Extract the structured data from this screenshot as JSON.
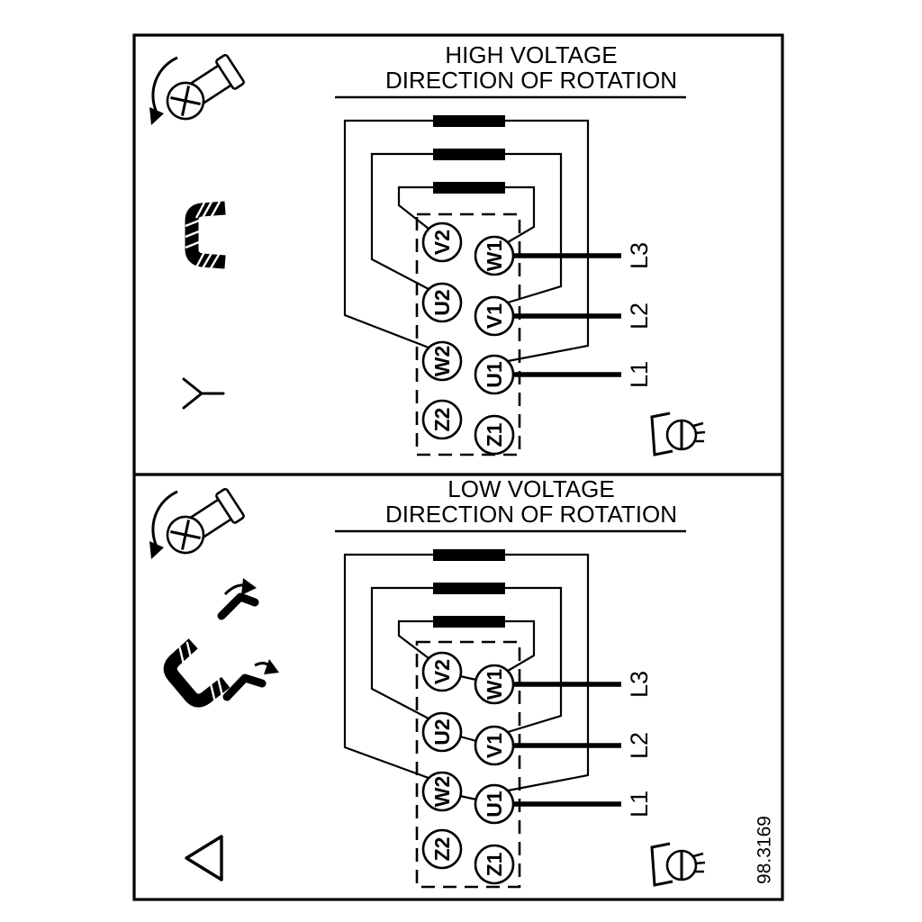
{
  "figure_number": "98.3169",
  "colors": {
    "line": "#000000",
    "background": "#ffffff"
  },
  "panels": [
    {
      "id": "high-voltage",
      "title_line1": "HIGH VOLTAGE",
      "title_line2": "DIRECTION OF ROTATION",
      "connection": "star",
      "terminals_left": [
        "V2",
        "U2",
        "W2",
        "Z2"
      ],
      "terminals_right": [
        "W1",
        "V1",
        "U1",
        "Z1"
      ],
      "supply_lines": [
        "L3",
        "L2",
        "L1"
      ],
      "jumper_bars": 3
    },
    {
      "id": "low-voltage",
      "title_line1": "LOW VOLTAGE",
      "title_line2": "DIRECTION OF ROTATION",
      "connection": "delta",
      "terminals_left": [
        "V2",
        "U2",
        "W2",
        "Z2"
      ],
      "terminals_right": [
        "W1",
        "V1",
        "U1",
        "Z1"
      ],
      "supply_lines": [
        "L3",
        "L2",
        "L1"
      ],
      "jumper_bars": 3
    }
  ],
  "icons": {
    "screw_rotation": "screw-with-rotation-arrow-icon",
    "terminal_link": "terminal-link-icon",
    "star": "star-connection-icon",
    "delta": "delta-connection-icon",
    "jumper_placement": "jumper-links-arrows-icon",
    "ground_screw": "ground-screw-icon"
  }
}
